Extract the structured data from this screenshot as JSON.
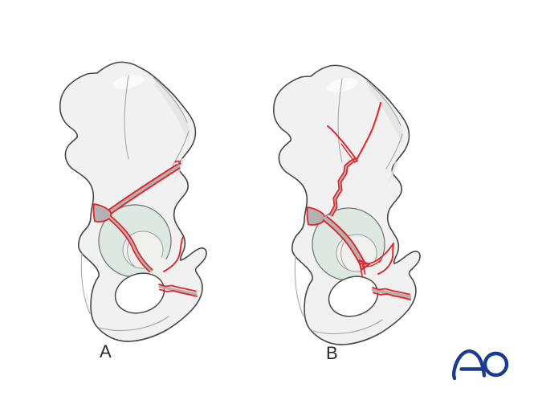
{
  "figures": [
    {
      "label": "A"
    },
    {
      "label": "B"
    }
  ],
  "logo": {
    "text": "AO",
    "color": "#1a3c8f"
  },
  "colors": {
    "paper": "#ffffff",
    "bone": "#f1f1f1",
    "outline": "#474747",
    "contour": "#a6a6a6",
    "shade": "#e4e4e4",
    "highlight": "#fafafa",
    "cartilage": "#dde8e3",
    "ring_stroke": "#707070",
    "fossa": "#f0f1ef",
    "fossa_stroke": "#9b9b9b",
    "accent": "#e52228",
    "gap": "#b2b2b2",
    "label": "#2a2a2a",
    "logo": "#1a3c8f"
  }
}
